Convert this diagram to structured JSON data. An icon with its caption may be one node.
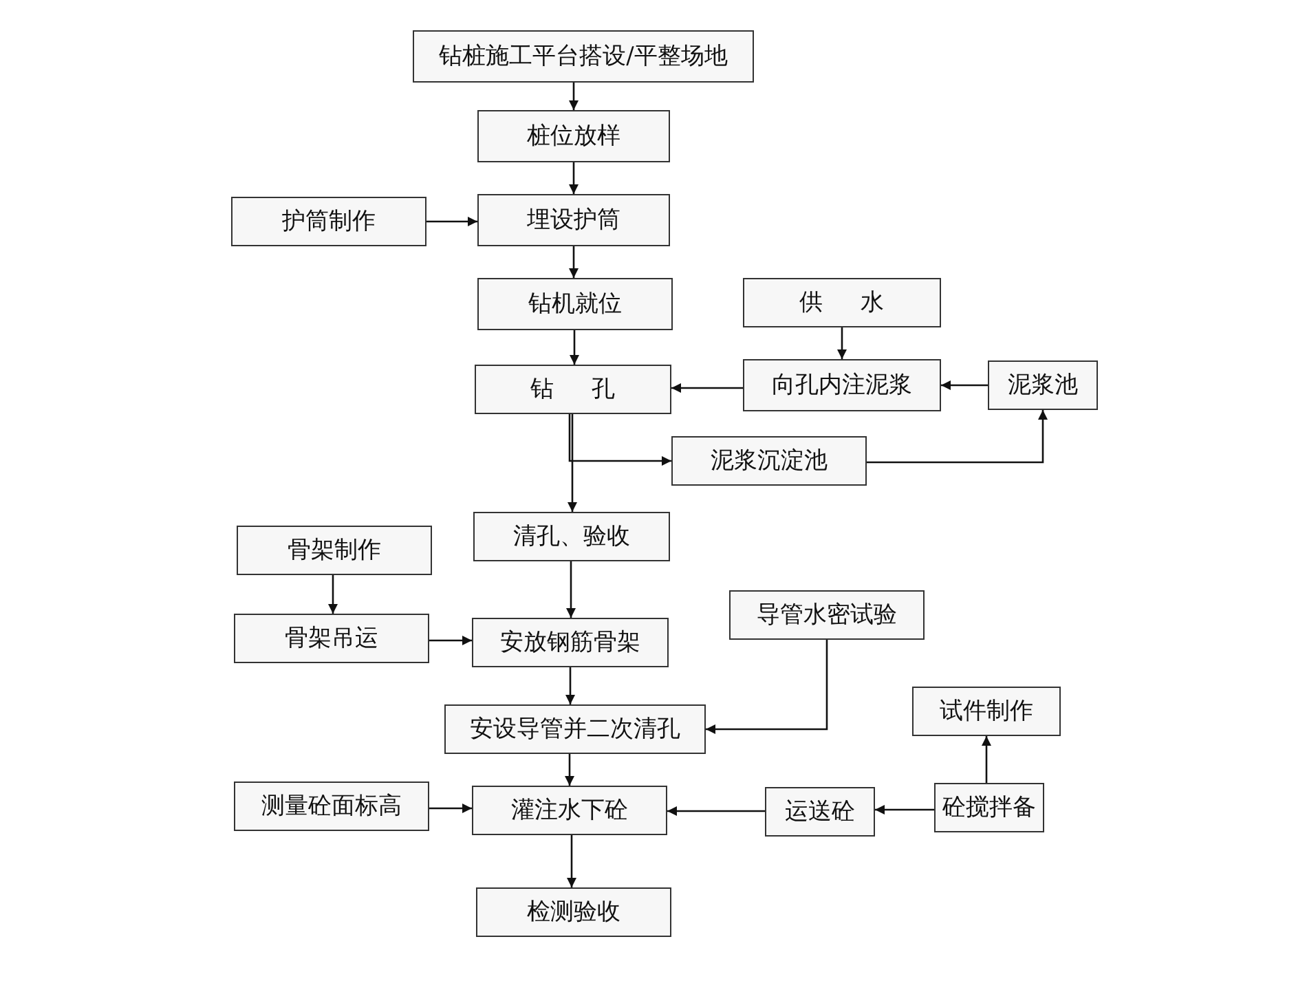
{
  "diagram": {
    "nodes": [
      {
        "text": [
          "钻桩施工平台搭设/平整场地"
        ]
      },
      {
        "text": [
          "桩位放样"
        ]
      },
      {
        "text": [
          "护筒制作"
        ]
      },
      {
        "text": [
          "埋设护筒"
        ]
      },
      {
        "text": [
          "钻机就位"
        ]
      },
      {
        "text": [
          "供 水"
        ]
      },
      {
        "text": [
          "钻 孔"
        ]
      },
      {
        "text": [
          "向孔内注泥浆"
        ]
      },
      {
        "text": [
          "泥浆池"
        ]
      },
      {
        "text": [
          "泥浆沉淀池"
        ]
      },
      {
        "text": [
          "清孔、验收"
        ]
      },
      {
        "text": [
          "骨架制作"
        ]
      },
      {
        "text": [
          "骨架吊运"
        ]
      },
      {
        "text": [
          "安放钢筋骨架"
        ]
      },
      {
        "text": [
          "导管水密试验"
        ]
      },
      {
        "text": [
          "安设导管并二次清孔"
        ]
      },
      {
        "text": [
          "试件制作"
        ]
      },
      {
        "text": [
          "测量砼面标高"
        ]
      },
      {
        "text": [
          "灌注水下砼"
        ]
      },
      {
        "text": [
          "运送砼"
        ]
      },
      {
        "text": [
          "砼搅拌备"
        ]
      },
      {
        "text": [
          "检测验收"
        ]
      }
    ],
    "edges": [
      {
        "from": 0,
        "to": 1,
        "arrow": "to"
      },
      {
        "from": 1,
        "to": 3,
        "arrow": "to"
      },
      {
        "from": 2,
        "to": 3,
        "arrow": "to"
      },
      {
        "from": 3,
        "to": 4,
        "arrow": "to"
      },
      {
        "from": 4,
        "to": 6,
        "arrow": "to"
      },
      {
        "from": 5,
        "to": 7,
        "arrow": "to"
      },
      {
        "from": 7,
        "to": 6,
        "arrow": "to"
      },
      {
        "from": 8,
        "to": 7,
        "arrow": "to"
      },
      {
        "from": 6,
        "to": 10,
        "arrow": "to"
      },
      {
        "from": 6,
        "to": 9,
        "arrow": "to"
      },
      {
        "from": 9,
        "to": 8,
        "arrow": "to"
      },
      {
        "from": 10,
        "to": 13,
        "arrow": "to"
      },
      {
        "from": 11,
        "to": 12,
        "arrow": "to"
      },
      {
        "from": 12,
        "to": 13,
        "arrow": "to"
      },
      {
        "from": 13,
        "to": 15,
        "arrow": "to"
      },
      {
        "from": 14,
        "to": 15,
        "arrow": "to"
      },
      {
        "from": 15,
        "to": 18,
        "arrow": "to"
      },
      {
        "from": 17,
        "to": 18,
        "arrow": "to"
      },
      {
        "from": 20,
        "to": 19,
        "arrow": "to"
      },
      {
        "from": 19,
        "to": 18,
        "arrow": "to"
      },
      {
        "from": 20,
        "to": 16,
        "arrow": "to"
      },
      {
        "from": 18,
        "to": 21,
        "arrow": "to"
      }
    ]
  }
}
